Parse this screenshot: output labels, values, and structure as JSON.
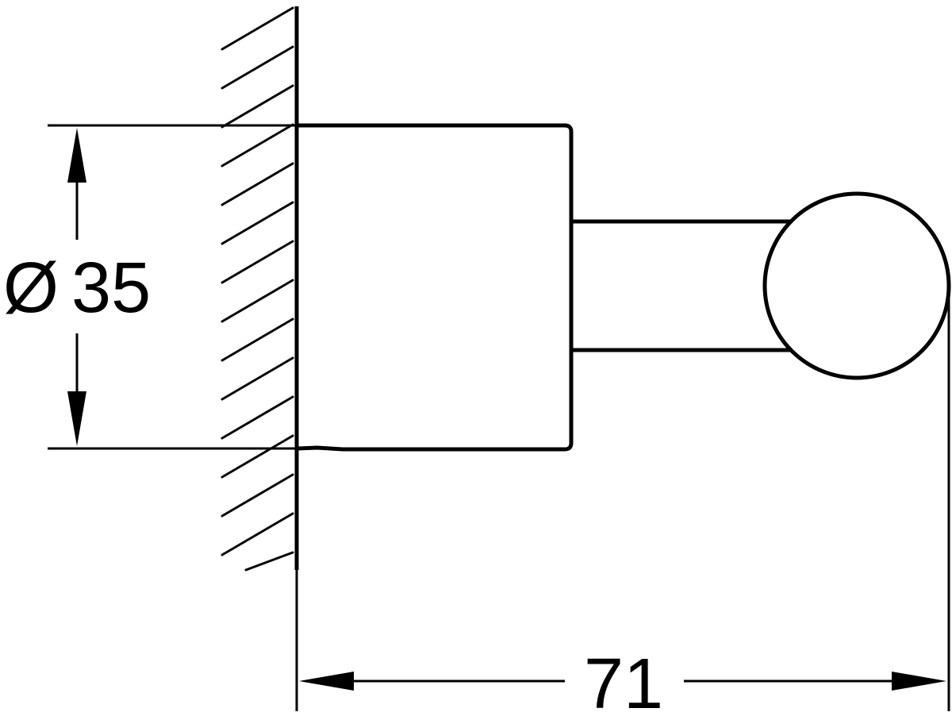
{
  "diameter_dimension": {
    "symbol": "Ø",
    "value": "35"
  },
  "length_dimension": {
    "value": "71"
  },
  "colors": {
    "line": "#000000",
    "background": "#ffffff"
  }
}
